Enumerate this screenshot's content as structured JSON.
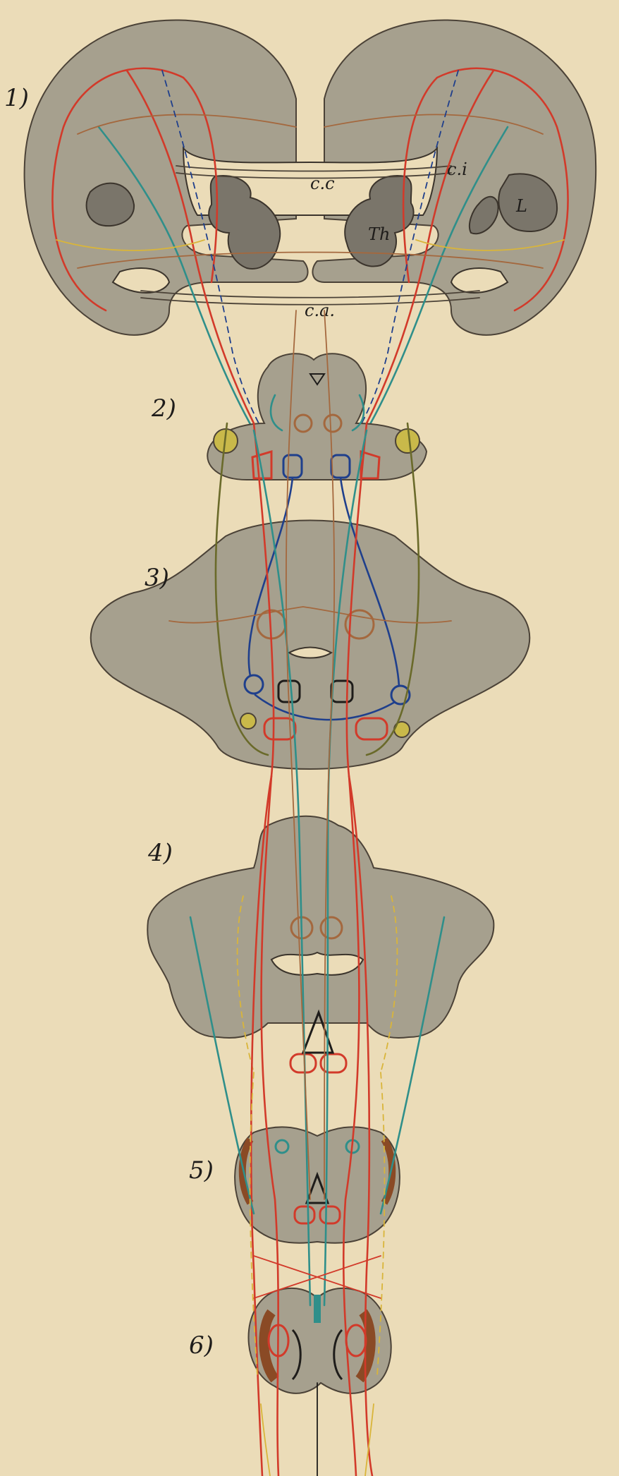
{
  "sections": [
    {
      "id": "1",
      "label": "1)"
    },
    {
      "id": "2",
      "label": "2)"
    },
    {
      "id": "3",
      "label": "3)"
    },
    {
      "id": "4",
      "label": "4)"
    },
    {
      "id": "5",
      "label": "5)"
    },
    {
      "id": "6",
      "label": "6)"
    }
  ],
  "abbreviations": {
    "corpus_callosum": "c.c",
    "capsula_interna": "c.i",
    "thalamus": "Th",
    "lentiform": "L",
    "commissura_anterior": "c.a."
  },
  "colors": {
    "paper": "#ebdcb8",
    "tissue": "#a6a08e",
    "red": "#d23a2a",
    "teal": "#2f8f8a",
    "brown": "#a4683e",
    "yellow": "#d9b53a",
    "blue": "#1f3f8c",
    "black": "#1e1c1a"
  }
}
